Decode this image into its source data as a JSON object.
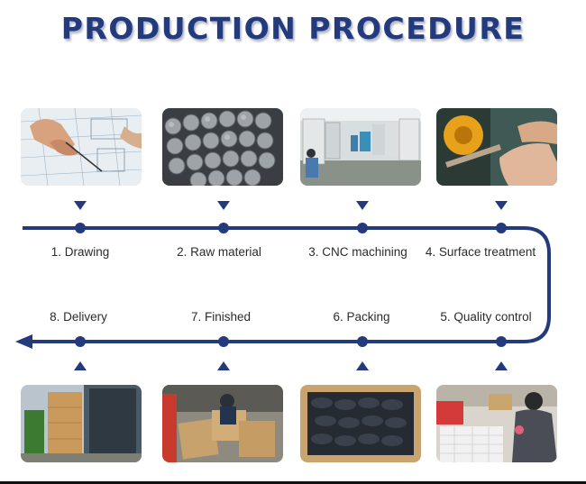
{
  "title": "PRODUCTION PROCEDURE",
  "colors": {
    "flow_line": "#233a7c",
    "title": "#233a7c"
  },
  "steps": [
    {
      "label": "1. Drawing",
      "photo": "engineering-drawing-photo"
    },
    {
      "label": "2. Raw material",
      "photo": "aluminum-bars-photo"
    },
    {
      "label": "3. CNC machining",
      "photo": "cnc-workshop-photo"
    },
    {
      "label": "4. Surface treatment",
      "photo": "polishing-photo"
    },
    {
      "label": "5. Quality control",
      "photo": "inspection-photo"
    },
    {
      "label": "6. Packing",
      "photo": "packed-parts-photo"
    },
    {
      "label": "7. Finished",
      "photo": "cartons-photo"
    },
    {
      "label": "8. Delivery",
      "photo": "container-loading-photo"
    }
  ]
}
